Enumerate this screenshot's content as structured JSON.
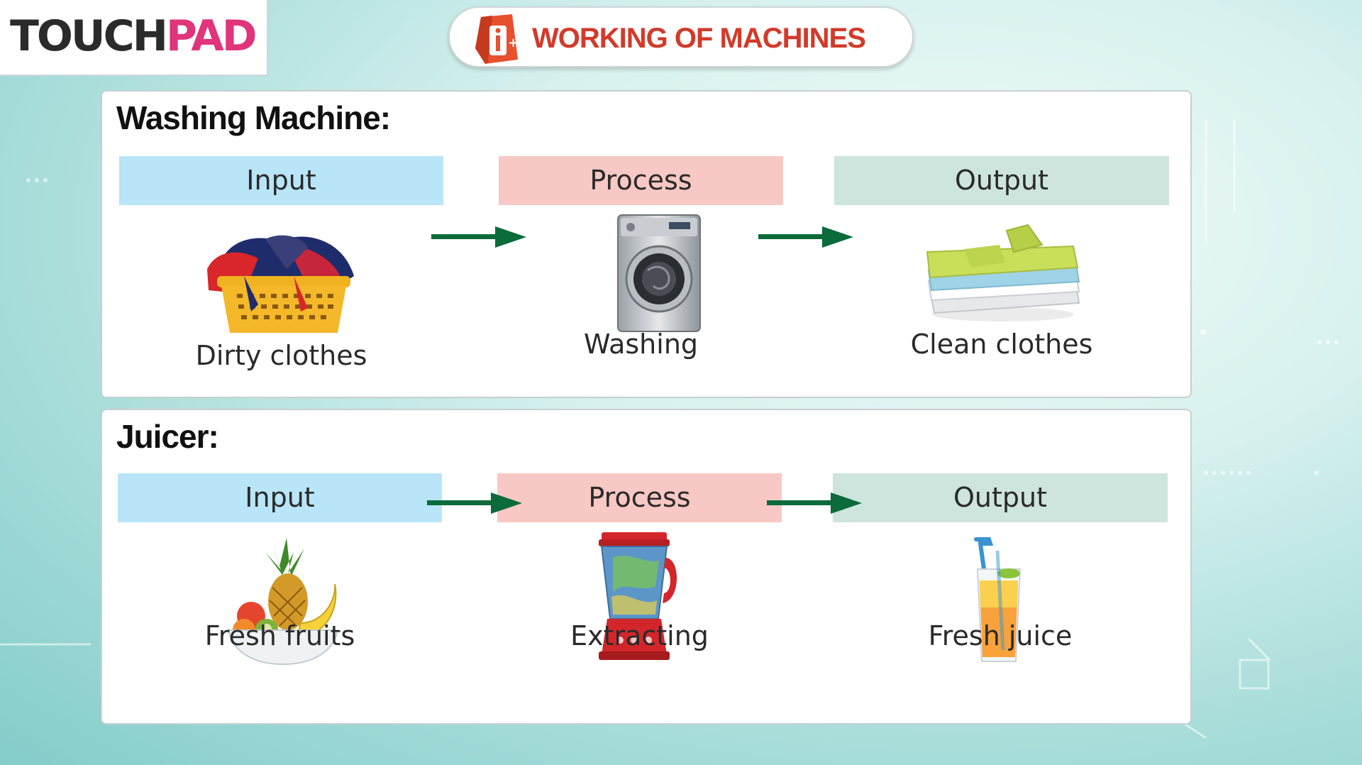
{
  "header": {
    "logo_part1": "TOUCH",
    "logo_part2": "PAD",
    "title": "WORKING OF MACHINES",
    "title_icon": "info-plus-icon"
  },
  "colors": {
    "input_header": "#b8e5f7",
    "process_header": "#f7c8c4",
    "output_header": "#cde5dc",
    "arrow": "#0b6b3a",
    "title_red": "#d23a2a",
    "logo_pink": "#e0357b"
  },
  "washing_machine": {
    "title": "Washing Machine:",
    "headers": {
      "input": "Input",
      "process": "Process",
      "output": "Output"
    },
    "input_caption": "Dirty clothes",
    "input_icon": "laundry-basket-icon",
    "process_caption": "Washing",
    "process_icon": "washing-machine-icon",
    "output_caption": "Clean clothes",
    "output_icon": "folded-clothes-icon"
  },
  "juicer": {
    "title": "Juicer:",
    "headers": {
      "input": "Input",
      "process": "Process",
      "output": "Output"
    },
    "input_caption": "Fresh fruits",
    "input_icon": "fruit-bowl-icon",
    "process_caption": "Extracting",
    "process_icon": "blender-icon",
    "output_caption": "Fresh juice",
    "output_icon": "juice-glass-icon"
  }
}
